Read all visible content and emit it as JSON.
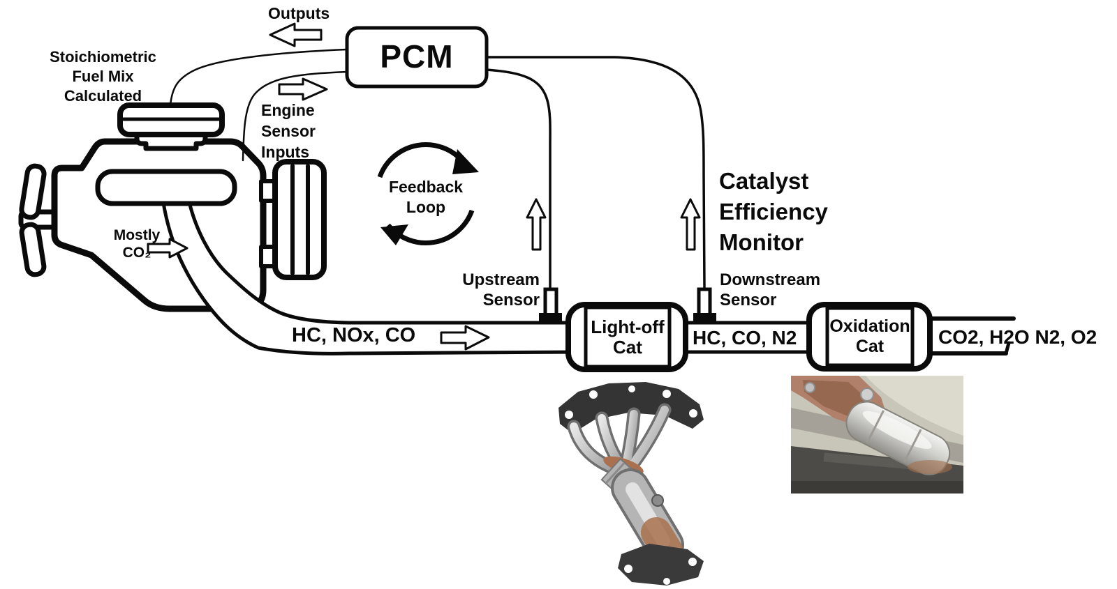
{
  "title": "Catalyst Efficiency Monitor diagram",
  "colors": {
    "ink": "#0a0a0a",
    "background": "#ffffff"
  },
  "labels": {
    "outputs": "Outputs",
    "stoichiometric": "Stoichiometric\nFuel Mix\nCalculated",
    "engine_sensor_inputs": "Engine\nSensor\nInputs",
    "pcm": "PCM",
    "feedback_loop": "Feedback\nLoop",
    "mostly_co2": "Mostly\nCO₂",
    "pre_cat_gases": "HC, NOx, CO",
    "upstream_sensor": "Upstream\nSensor",
    "downstream_sensor": "Downstream\nSensor",
    "catalyst_efficiency_monitor": "Catalyst\nEfficiency\nMonitor",
    "light_off_cat": "Light-off\nCat",
    "mid_cat_gases": "HC, CO, N2",
    "oxidation_cat": "Oxidation\nCat",
    "tailpipe_gases": "CO2, H2O N2, O2"
  },
  "icons": {
    "outputs_arrow": "left-block-arrow",
    "engine_inputs_arrow": "right-block-arrow",
    "exhaust_flow_arrow": "right-block-arrow",
    "mostly_co2_arrow": "right-block-arrow",
    "upstream_signal_arrow": "up-block-arrow",
    "downstream_signal_arrow": "up-block-arrow",
    "feedback_loop": "circular-arrows-clockwise"
  }
}
